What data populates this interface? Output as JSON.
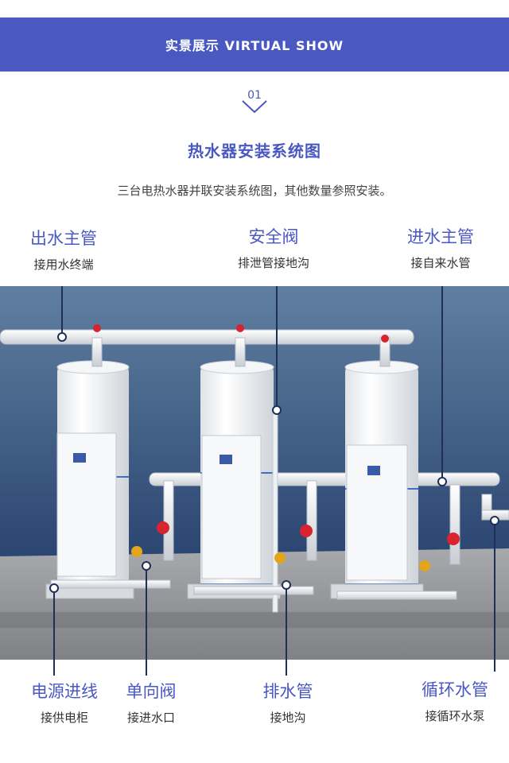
{
  "header": {
    "banner_title": "实景展示  VIRTUAL SHOW",
    "step_number": "01",
    "title": "热水器安装系统图",
    "subtitle": "三台电热水器并联安装系统图，其他数量参照安装。"
  },
  "labels": {
    "outlet_main": {
      "title": "出水主管",
      "desc": "接用水终端"
    },
    "safety_valve": {
      "title": "安全阀",
      "desc": "排泄管接地沟"
    },
    "inlet_main": {
      "title": "进水主管",
      "desc": "接自来水管"
    },
    "power_line": {
      "title": "电源进线",
      "desc": "接供电柜"
    },
    "check_valve": {
      "title": "单向阀",
      "desc": "接进水口"
    },
    "drain_pipe": {
      "title": "排水管",
      "desc": "接地沟"
    },
    "circulation_pipe": {
      "title": "循环水管",
      "desc": "接循环水泵"
    }
  },
  "colors": {
    "accent": "#4a58c2",
    "wall": "#2f4b7c",
    "floor": "#8c8e92",
    "leader_line": "#1f2f55"
  },
  "icons": {
    "chevron": "chevron-down-icon"
  }
}
